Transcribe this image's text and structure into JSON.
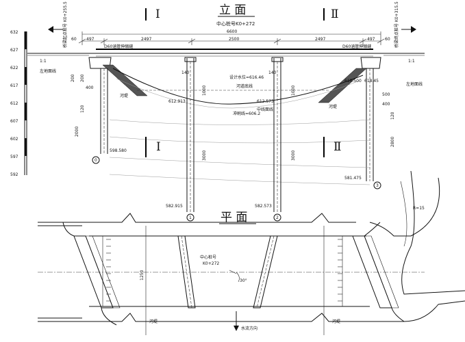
{
  "elevation": {
    "title": "立 面",
    "center_station": "中心桩号K0+272",
    "section_mark_left": "Ⅰ",
    "section_mark_right": "Ⅱ",
    "left_abutment_station": "桥梁起点桩号 K0+255.5",
    "right_abutment_station": "桥梁终点桩号 K0+315.5",
    "dimensions": {
      "total": "6600",
      "spans": [
        "497",
        "2497",
        "2500",
        "2497",
        "497"
      ],
      "left_end": "60",
      "right_end": "60"
    },
    "elevation_scale": [
      "632",
      "627",
      "622",
      "617",
      "612",
      "607",
      "602",
      "597",
      "592"
    ],
    "slope_ratio_left": "1:1",
    "slope_ratio_right": "1:1",
    "pipe_label_left": "D60涵管伸缩缝",
    "pipe_label_right": "D60涵管伸缩缝",
    "design_water_level": "设计水位=616.46",
    "river_bed_line": "河道底线",
    "scour_line": "冲刷线=606.2",
    "center_line_label": "中线面线",
    "left_land_line": "左地面线",
    "right_land_line": "左地面线",
    "river_bank_left": "河堤",
    "river_bank_right": "河堤",
    "pile_top_labels": [
      "140",
      "140"
    ],
    "pile_lengths": [
      "1000",
      "3000",
      "3000",
      "1000"
    ],
    "elev_612_913": "612.913",
    "elev_612_573": "612.573",
    "elev_618_500": "618.500",
    "elev_618_45": "618.45",
    "left_pile_bottom": "598.580",
    "pile_bottom_2": "582.915",
    "pile_bottom_3": "582.573",
    "right_pile_bottom": "581.475",
    "left_dims": [
      "200",
      "400",
      "200",
      "120",
      "2000"
    ],
    "right_dims": [
      "500",
      "400",
      "120",
      "2800"
    ],
    "pile_numbers": [
      "0",
      "1",
      "2",
      "3"
    ]
  },
  "plan": {
    "title": "平 面",
    "center_station": "中心桩号",
    "center_station_value": "K0+272",
    "width_dim": "1250",
    "skew_angle": "30°",
    "radius": "R=15",
    "bank_left": "河堤",
    "bank_right": "河堤",
    "flow_direction": "水流方向"
  }
}
